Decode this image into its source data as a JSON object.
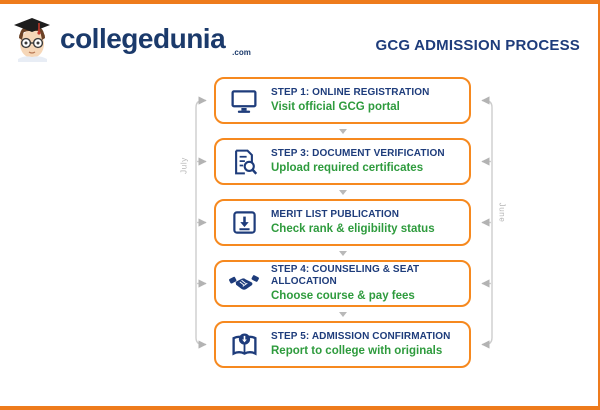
{
  "frame": {
    "border_color": "#EE7B1C",
    "background": "#FFFFFF"
  },
  "header": {
    "logo": {
      "brand": "collegedunia",
      "tld": ".com",
      "mascot_icon": "graduate-mascot-icon",
      "brand_color": "#1B3A6B"
    },
    "title": "GCG ADMISSION PROCESS",
    "title_color": "#1E3C7B"
  },
  "process": {
    "box_border_color": "#F6891F",
    "title_color": "#1E3C7B",
    "subtitle_color": "#2E9B3D",
    "steps": [
      {
        "icon": "monitor-icon",
        "title": "STEP 1: ONLINE REGISTRATION",
        "subtitle": "Visit official GCG portal"
      },
      {
        "icon": "document-search-icon",
        "title": "STEP 3: DOCUMENT VERIFICATION",
        "subtitle": "Upload required certificates"
      },
      {
        "icon": "download-box-icon",
        "title": "MERIT LIST PUBLICATION",
        "subtitle": "Check rank & eligibility status"
      },
      {
        "icon": "handshake-icon",
        "title": "STEP 4: COUNSELING & SEAT ALLOCATION",
        "subtitle": "Choose course & pay fees"
      },
      {
        "icon": "book-download-icon",
        "title": "STEP 5: ADMISSION CONFIRMATION",
        "subtitle": "Report to college with originals"
      }
    ]
  },
  "timeline": {
    "left_label": "July",
    "right_label": "June",
    "label_color": "#B5B5B5",
    "connector_color": "#CDCDCD"
  }
}
